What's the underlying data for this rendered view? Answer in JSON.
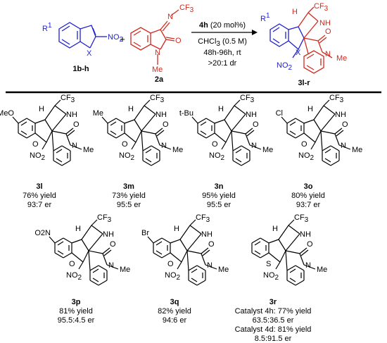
{
  "scheme": {
    "reactant1": {
      "label": "1b-h",
      "r_group": "R",
      "r_sup": "1",
      "hetero": "X",
      "substituent": "NO",
      "sub_sub": "2"
    },
    "plus": "+",
    "reactant2": {
      "label": "2a",
      "cf3": "CF",
      "cf3_sub": "3",
      "n_imine": "N",
      "n_amide": "N",
      "o": "O",
      "me": "Me"
    },
    "conditions": {
      "catalyst": "4h",
      "catalyst_loading": " (20 mol%)",
      "solvent": "CHCl",
      "solvent_sub": "3",
      "solvent_conc": " (0.5 M)",
      "time_temp": "48h-96h, rt",
      "dr": ">20:1 dr"
    },
    "product": {
      "label": "3l-r",
      "r_group": "R",
      "r_sup": "1",
      "hetero": "X",
      "no2": "NO",
      "no2_sub": "2",
      "nh": "NH",
      "o": "O",
      "n": "N",
      "me": "Me",
      "cf3": "CF",
      "cf3_sub": "3"
    }
  },
  "products": [
    {
      "id": "3l",
      "substituent": "MeO",
      "hetero": "O",
      "lines": [
        "76% yield",
        "93:7 er"
      ]
    },
    {
      "id": "3m",
      "substituent": "Me",
      "hetero": "O",
      "lines": [
        "73% yield",
        "95:5 er"
      ]
    },
    {
      "id": "3n",
      "substituent": "t-Bu",
      "hetero": "O",
      "lines": [
        "95% yield",
        "95:5 er"
      ]
    },
    {
      "id": "3o",
      "substituent": "Cl",
      "hetero": "O",
      "lines": [
        "80% yield",
        "93:7 er"
      ]
    },
    {
      "id": "3p",
      "substituent": "O2N",
      "hetero": "O",
      "lines": [
        "81% yield",
        "95.5:4.5 er"
      ]
    },
    {
      "id": "3q",
      "substituent": "Br",
      "hetero": "O",
      "lines": [
        "82% yield",
        "94:6 er"
      ]
    },
    {
      "id": "3r",
      "substituent": "",
      "hetero": "S",
      "lines": [
        "Catalyst 4h: 77% yield",
        "63.5:36.5 er",
        "Catalyst 4d: 81% yield",
        "8.5:91.5 er"
      ]
    }
  ],
  "common_labels": {
    "h": "H",
    "cf3": "CF",
    "cf3_sub": "3",
    "nh": "NH",
    "o": "O",
    "n": "N",
    "me": "Me",
    "no2": "NO",
    "no2_sub": "2"
  },
  "colors": {
    "blue": "#1f1fd1",
    "red": "#d12a1f",
    "black": "#000000"
  }
}
